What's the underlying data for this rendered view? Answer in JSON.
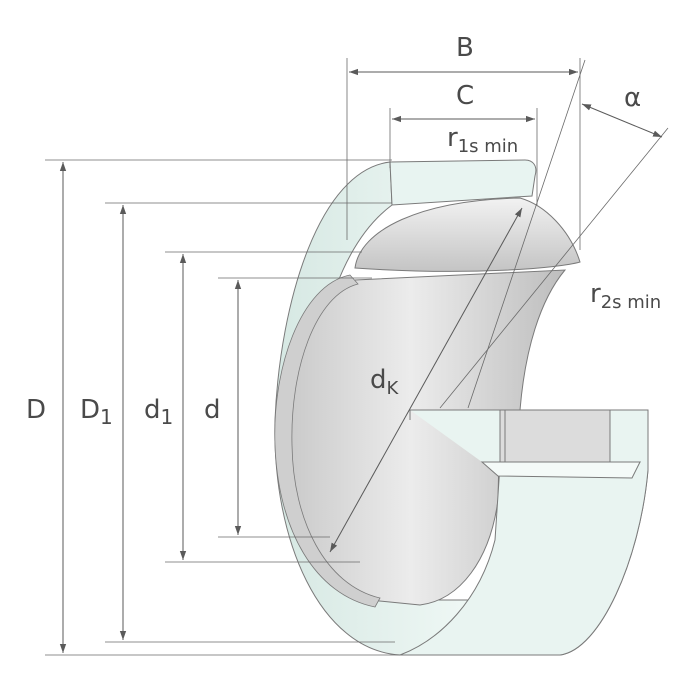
{
  "diagram": {
    "labels": {
      "B": "B",
      "C": "C",
      "alpha": "α",
      "r1": {
        "base": "r",
        "sub": "1s min"
      },
      "r2": {
        "base": "r",
        "sub": "2s min"
      },
      "dk": {
        "base": "d",
        "sub": "K"
      },
      "D": "D",
      "D1": {
        "base": "D",
        "sub": "1"
      },
      "d1": {
        "base": "d",
        "sub": "1"
      },
      "d": "d"
    },
    "colors": {
      "outer_ring": "#e6f2ef",
      "inner_ring": "#d9d9d9",
      "dimension_lines": "#5a5a5a",
      "text": "#4a4a4a"
    }
  }
}
